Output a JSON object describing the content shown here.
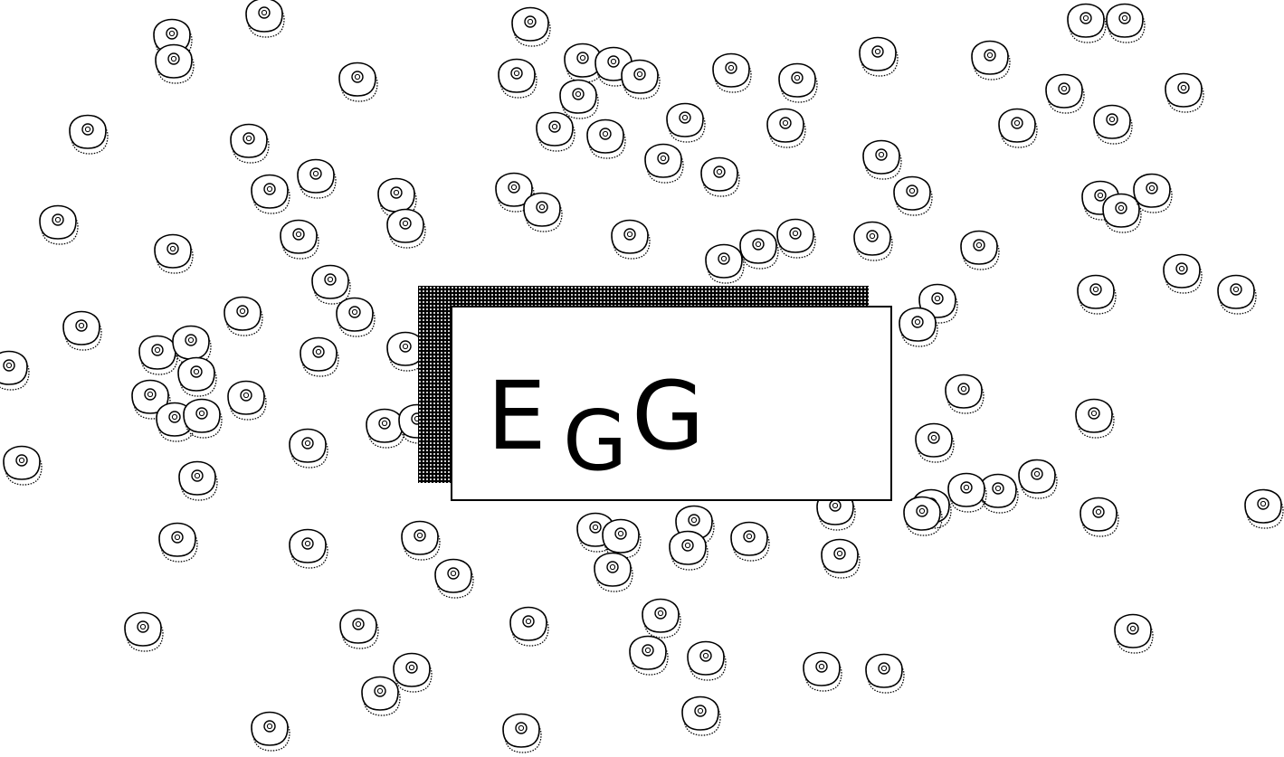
{
  "title": {
    "letters": [
      "E",
      "G",
      "G"
    ]
  },
  "scene": {
    "background_color": "#ffffff",
    "sprite_name": "egg-sprite",
    "egg_fill": "#ffffff",
    "egg_stroke": "#000000"
  }
}
